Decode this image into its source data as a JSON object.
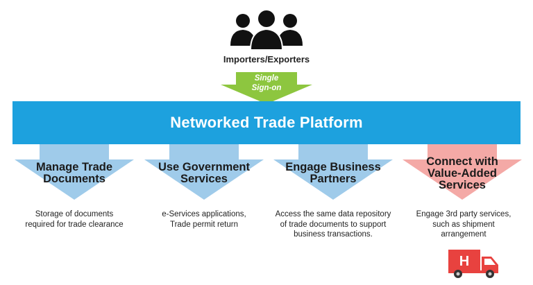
{
  "actor": {
    "label": "Importers/Exporters",
    "icon": "group-of-people-icon"
  },
  "sso": {
    "line1": "Single",
    "line2": "Sign-on",
    "color": "#8dc63f"
  },
  "platform": {
    "title": "Networked Trade Platform",
    "color": "#1da1de"
  },
  "services": [
    {
      "title_line1": "Manage Trade",
      "title_line2": "Documents",
      "title_line3": "",
      "desc_lines": [
        "Storage of documents",
        "required for trade clearance"
      ],
      "color": "#9fcbea"
    },
    {
      "title_line1": "Use Government",
      "title_line2": "Services",
      "title_line3": "",
      "desc_lines": [
        "e-Services applications,",
        "Trade permit return"
      ],
      "color": "#9fcbea"
    },
    {
      "title_line1": "Engage Business",
      "title_line2": "Partners",
      "title_line3": "",
      "desc_lines": [
        "Access the same data repository",
        "of trade documents to support",
        "business transactions."
      ],
      "color": "#9fcbea"
    },
    {
      "title_line1": "Connect with",
      "title_line2": "Value-Added",
      "title_line3": "Services",
      "desc_lines": [
        "Engage 3rd party services,",
        "such as  shipment",
        "arrangement"
      ],
      "color": "#f4a9a6"
    }
  ],
  "truck": {
    "icon": "delivery-truck-icon",
    "color": "#e8423f",
    "logo_letter": "H"
  }
}
